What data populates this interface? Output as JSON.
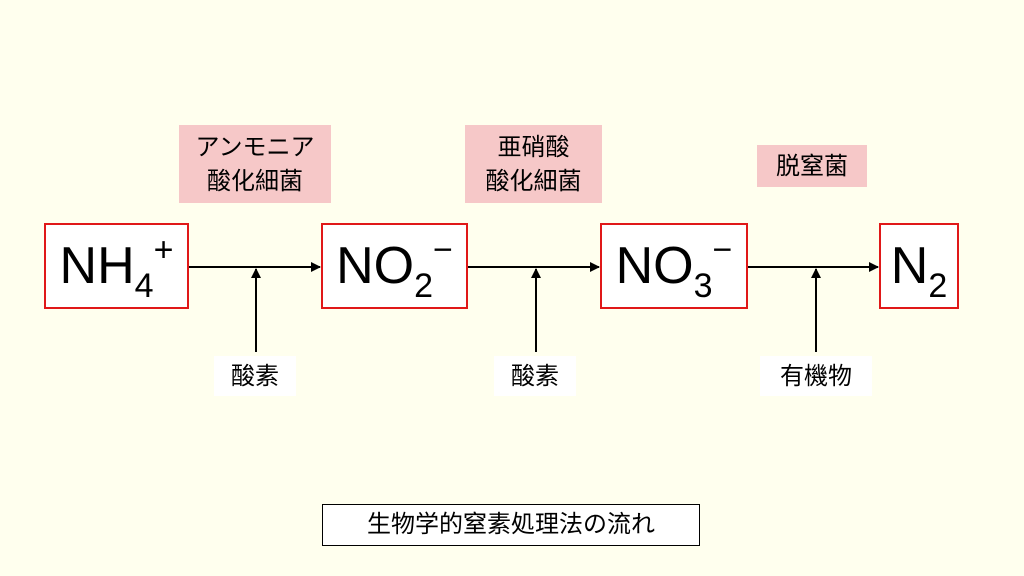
{
  "species": [
    {
      "main": "NH",
      "sub": "4",
      "sup": "+"
    },
    {
      "main": "NO",
      "sub": "2",
      "sup": "−"
    },
    {
      "main": "NO",
      "sub": "3",
      "sup": "−"
    },
    {
      "main": "N",
      "sub": "2",
      "sup": ""
    }
  ],
  "enzymes": [
    {
      "lines": [
        "アンモニア",
        "酸化細菌"
      ]
    },
    {
      "lines": [
        "亜硝酸",
        "酸化細菌"
      ]
    },
    {
      "lines": [
        "脱窒菌"
      ]
    }
  ],
  "reagents": [
    "酸素",
    "酸素",
    "有機物"
  ],
  "caption": "生物学的窒素処理法の流れ",
  "colors": {
    "background": "#ffffee",
    "box_border": "#e01818",
    "enzyme_fill": "#f6c8c8"
  }
}
